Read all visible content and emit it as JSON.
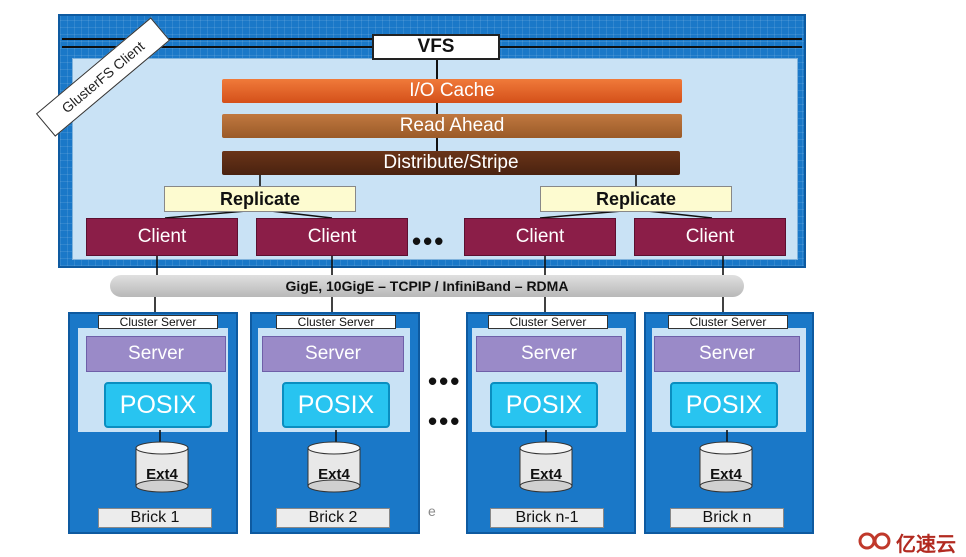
{
  "client": {
    "tag": "GlusterFS Client",
    "vfs": "VFS",
    "translators": [
      "I/O Cache",
      "Read Ahead",
      "Distribute/Stripe"
    ],
    "replicate": [
      "Replicate",
      "Replicate"
    ],
    "clients": [
      "Client",
      "Client",
      "Client",
      "Client"
    ],
    "ellipsis": "•••"
  },
  "network": "GigE, 10GigE – TCPIP / InfiniBand – RDMA",
  "servers": {
    "cluster_label": "Cluster Server",
    "server_label": "Server",
    "posix_label": "POSIX",
    "fs_label": "Ext4",
    "bricks": [
      "Brick 1",
      "Brick 2",
      "Brick n-1",
      "Brick n"
    ],
    "ellipsis": "•••"
  },
  "stray_text": "e",
  "watermark": "亿速云",
  "colors": {
    "panel_blue": "#1a78c8",
    "inner_light": "#c9e2f5",
    "io_cache": "#e0652a",
    "read_ahead": "#ad6a34",
    "distribute": "#5a2a14",
    "client": "#8b1e48",
    "server": "#9a8ac8",
    "posix": "#28c4f0"
  }
}
